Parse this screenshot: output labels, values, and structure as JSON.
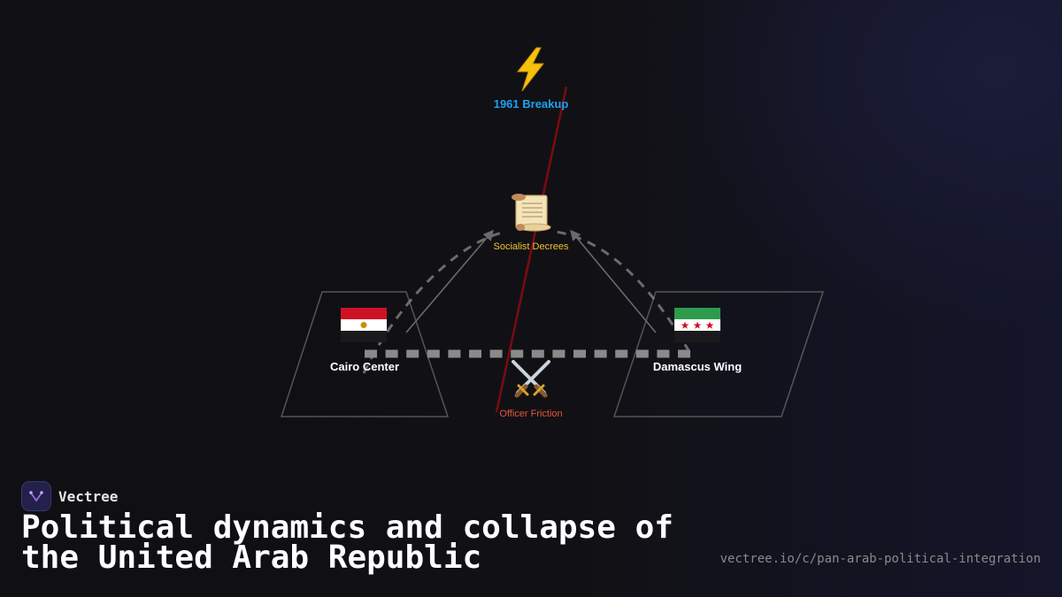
{
  "diagram": {
    "nodes": {
      "breakup": {
        "icon": "lightning-bolt-icon",
        "glyph": "⚡",
        "label": "1961 Breakup",
        "color": "#1ea1f2"
      },
      "decrees": {
        "icon": "scroll-icon",
        "glyph": "📜",
        "label": "Socialist Decrees",
        "color": "#f2c230"
      },
      "cairo": {
        "icon": "egypt-flag-icon",
        "label": "Cairo Center",
        "color": "#ffffff"
      },
      "damascus": {
        "icon": "uar-flag-icon",
        "label": "Damascus Wing",
        "color": "#ffffff"
      },
      "friction": {
        "icon": "crossed-swords-icon",
        "glyph": "⚔",
        "label": "Officer Friction",
        "color": "#e8553a"
      }
    },
    "edge_colors": {
      "fracture": "#7a0c10",
      "dashed_link": "#8a8a8a",
      "arrow": "#6a6a6a",
      "region_outline": "#555555"
    }
  },
  "brand": {
    "name": "Vectree",
    "logo_icon": "vectree-logo-icon",
    "logo_color": "#a070f0"
  },
  "title": "Political dynamics and collapse of the United Arab Republic",
  "url": "vectree.io/c/pan-arab-political-integration"
}
